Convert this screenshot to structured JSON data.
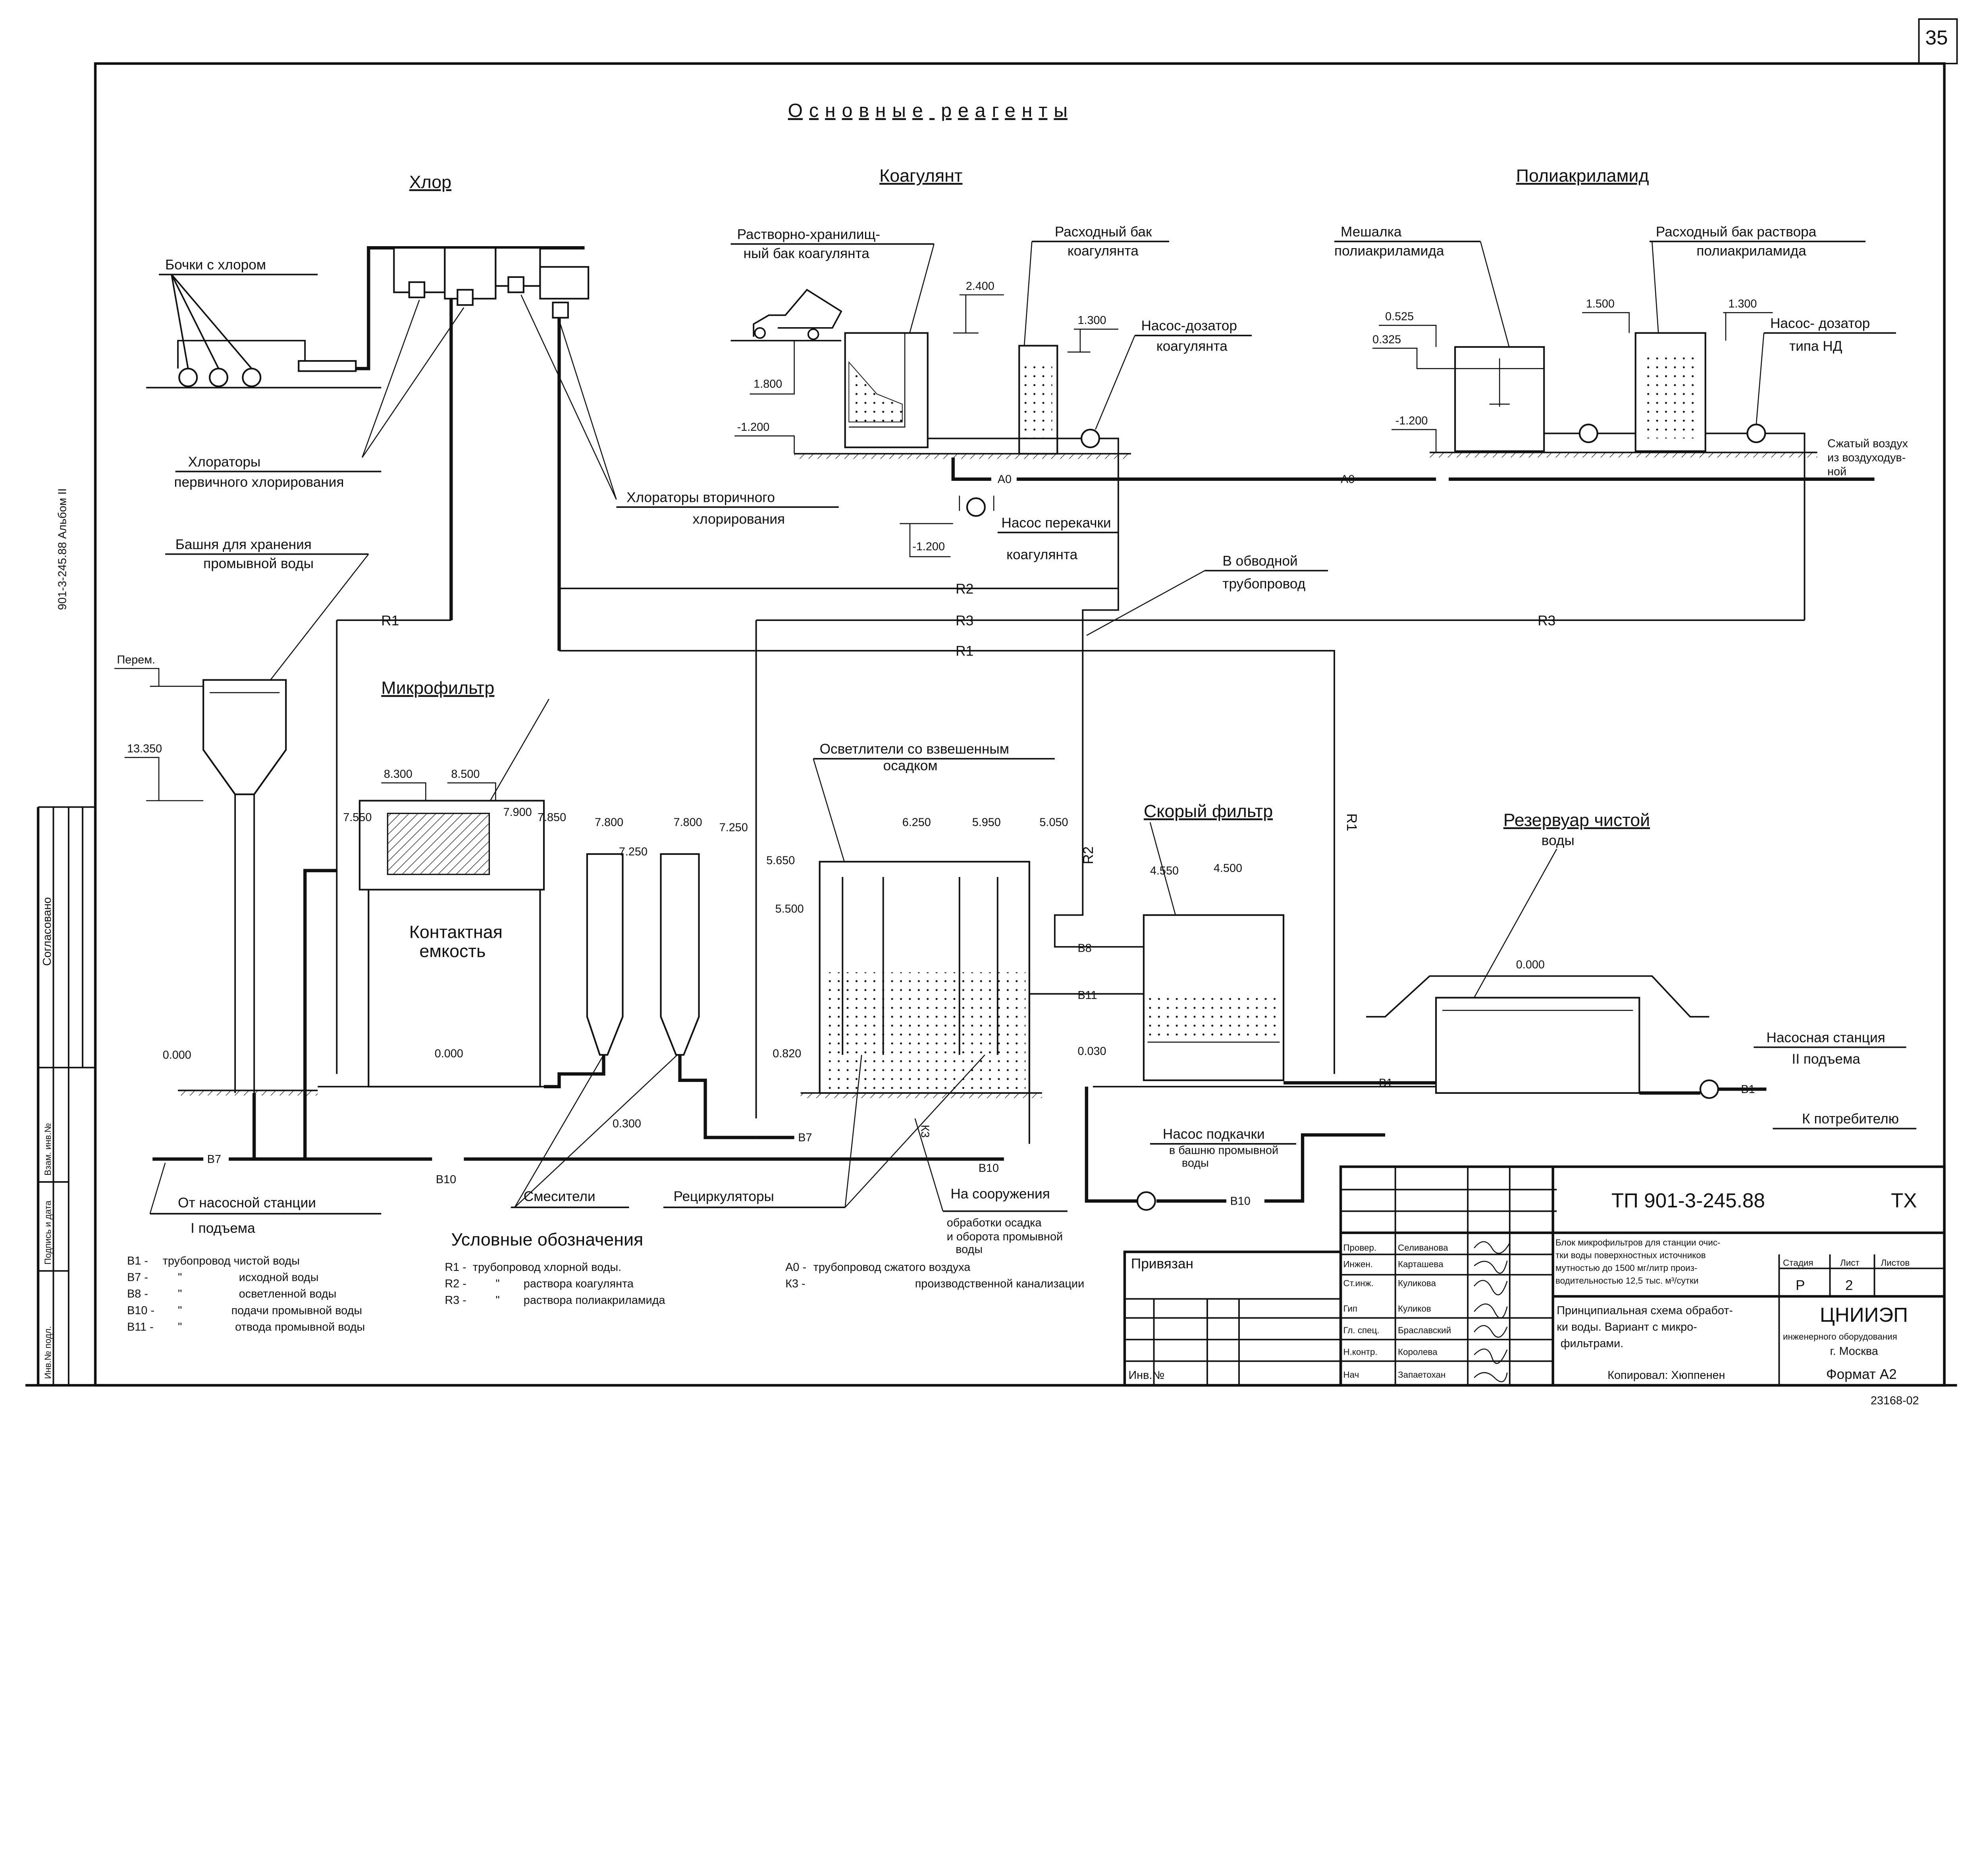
{
  "sheet_number": "35",
  "album_stamp": "901-3-245.88 Альбом II",
  "side_table": {
    "agreed": "Согласовано",
    "inv_orig": "Инв.№ подл.",
    "sign_date": "Подпись и дата",
    "replaces": "Взам. инв.№"
  },
  "heading": "Основные реагенты",
  "sections": {
    "chlorine": "Хлор",
    "coagulant": "Коагулянт",
    "polyacrylamide": "Полиакриламид"
  },
  "labels": {
    "barrels": "Бочки с хлором",
    "primary_chlor": [
      "Хлораторы",
      "первичного хлорирования"
    ],
    "secondary_chlor": [
      "Хлораторы вторичного",
      "хлорирования"
    ],
    "tower": [
      "Башня для хранения",
      "промывной воды"
    ],
    "perem": "Перем.",
    "dissolve_tank": [
      "Растворно-хранилищ-",
      "ный бак коагулянта"
    ],
    "consumption_tank": [
      "Расходный бак",
      "коагулянта"
    ],
    "dosing_pump": [
      "Насос-дозатор",
      "коагулянта"
    ],
    "transfer_pump": [
      "Насос перекачки",
      "коагулянта"
    ],
    "mixer": [
      "Мешалка",
      "полиакриламида"
    ],
    "pam_tank": [
      "Расходный бак раствора",
      "полиакриламида"
    ],
    "pam_pump": [
      "Насос- дозатор",
      "типа НД"
    ],
    "compressed_air": [
      "Сжатый воздух",
      "из воздуходув-",
      "ной"
    ],
    "bypass": [
      "В обводной",
      "трубопровод"
    ],
    "microfilter": "Микрофильтр",
    "contact_tank": [
      "Контактная",
      "емкость"
    ],
    "clarifiers": [
      "Осветлители со взвешенным",
      "осадком"
    ],
    "fast_filter": "Скорый фильтр",
    "reservoir": [
      "Резервуар чистой",
      "воды"
    ],
    "pump_station2": [
      "Насосная станция",
      "II подъема"
    ],
    "to_consumer": "К потребителю",
    "booster_pump": [
      "Насос подкачки",
      "в башню промывной",
      "воды"
    ],
    "from_station": [
      "От насосной станции",
      "I подъема"
    ],
    "mixers": "Смесители",
    "recirculators": "Рециркуляторы",
    "to_facilities": [
      "На сооружения",
      "обработки осадка",
      "и оборота промывной",
      "воды"
    ]
  },
  "elev": [
    "2.400",
    "1.300",
    "1.800",
    "-1.200",
    "-1.200",
    "0.525",
    "0.325",
    "1.500",
    "1.300",
    "-1.200",
    "13.350",
    "0.000",
    "7.550",
    "8.300",
    "8.500",
    "7.900",
    "7.850",
    "0.000",
    "7.800",
    "7.250",
    "7.800",
    "7.250",
    "0.300",
    "5.650",
    "5.500",
    "6.250",
    "5.950",
    "5.050",
    "0.820",
    "4.550",
    "4.500",
    "0.030",
    "0.000"
  ],
  "pipes": {
    "r1": "R1",
    "r2": "R2",
    "r3": "R3",
    "a0": "A0",
    "b1": "B1",
    "b7": "B7",
    "b8": "B8",
    "b10": "B10",
    "b11": "B11",
    "k3": "К3"
  },
  "legend": {
    "title": "Условные обозначения",
    "items": [
      {
        "code": "B1 -",
        "ditto": "",
        "text": "трубопровод чистой воды"
      },
      {
        "code": "B7 -",
        "ditto": "\"",
        "text": "исходной воды"
      },
      {
        "code": "B8 -",
        "ditto": "\"",
        "text": "осветленной воды"
      },
      {
        "code": "B10 -",
        "ditto": "\"",
        "text": "подачи промывной воды"
      },
      {
        "code": "B11 -",
        "ditto": "\"",
        "text": "отвода промывной воды"
      },
      {
        "code": "R1 -",
        "ditto": "",
        "text": "трубопровод хлорной воды."
      },
      {
        "code": "R2 -",
        "ditto": "\"",
        "text": "раствора коагулянта"
      },
      {
        "code": "R3 -",
        "ditto": "\"",
        "text": "раствора полиакриламида"
      },
      {
        "code": "A0 -",
        "ditto": "",
        "text": "трубопровод сжатого воздуха"
      },
      {
        "code": "К3 -",
        "ditto": "\"",
        "text": "производственной канализации"
      }
    ]
  },
  "title_block": {
    "doc_code": "ТП 901-3-245.88",
    "mark": "ТХ",
    "bound": "Привязан",
    "inv_no": "Инв.№",
    "roles": [
      {
        "role": "Провер.",
        "name": "Селиванова"
      },
      {
        "role": "Инжен.",
        "name": "Карташева"
      },
      {
        "role": "Ст.инж.",
        "name": "Куликова"
      },
      {
        "role": "Гип",
        "name": "Куликов"
      },
      {
        "role": "Гл. спец.",
        "name": "Браславский"
      },
      {
        "role": "Н.контр.",
        "name": "Королева"
      },
      {
        "role": "Нач",
        "name": "Запаетохан"
      }
    ],
    "project": [
      "Блок микрофильтров для станции очис-",
      "тки воды поверхностных источников",
      "мутностью до 1500 мг/литр произ-",
      "водительностью 12,5 тыс. м³/сутки"
    ],
    "sheet_title": [
      "Принципиальная схема обработ-",
      "ки воды. Вариант с микро-",
      "фильтрами."
    ],
    "stage_h": "Стадия",
    "sheet_h": "Лист",
    "sheets_h": "Листов",
    "stage": "Р",
    "sheet": "2",
    "org": [
      "ЦНИИЭП",
      "инженерного оборудования",
      "г. Москва"
    ],
    "copied": "Копировал: Хюппенен",
    "format": "Формат А2",
    "order_no": "23168-02"
  }
}
